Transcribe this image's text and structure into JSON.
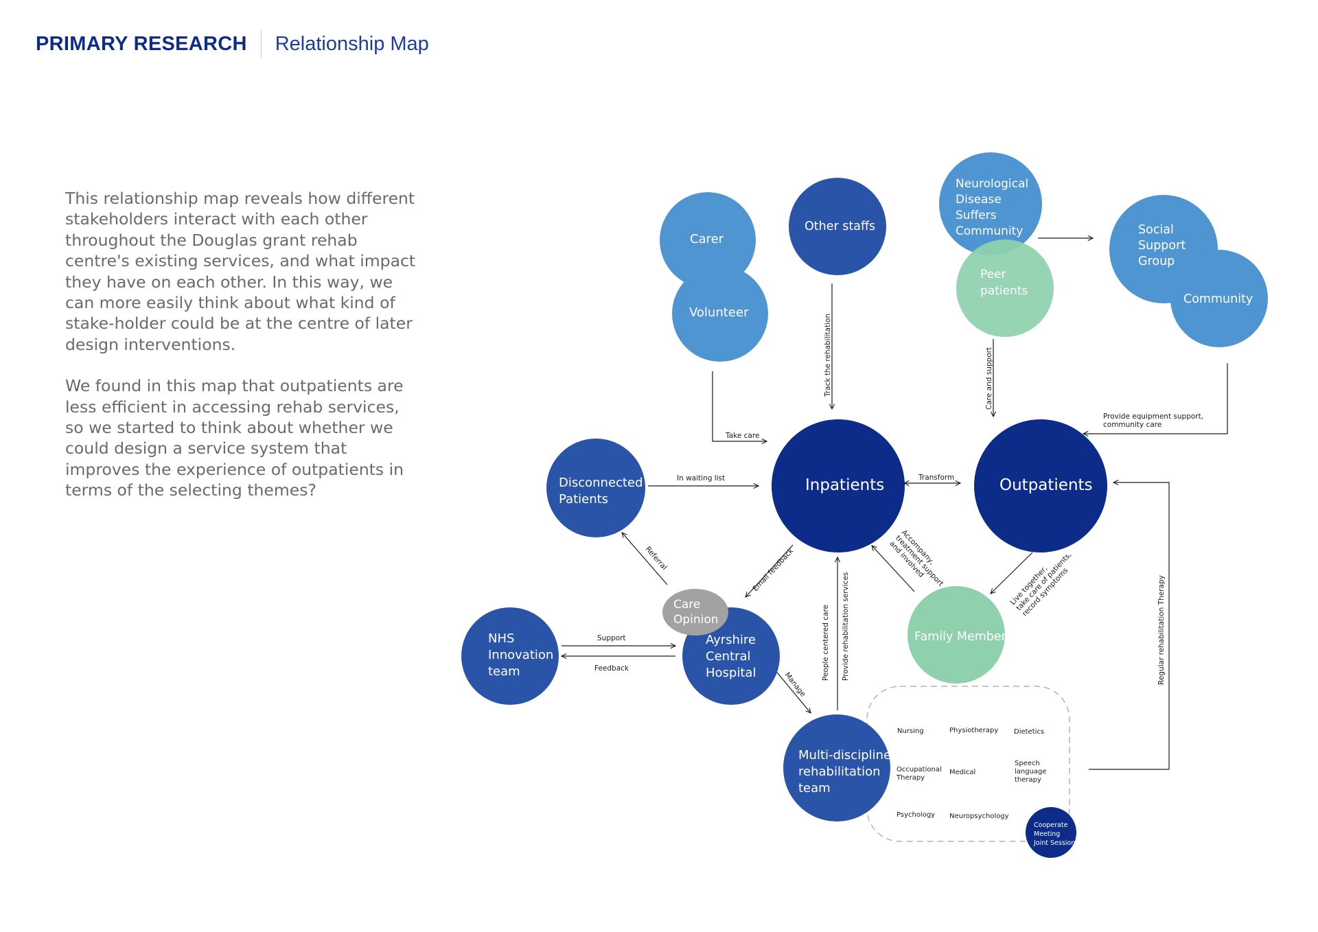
{
  "header": {
    "title": "PRIMARY RESEARCH",
    "subtitle": "Relationship Map"
  },
  "intro": {
    "p1": "This relationship map reveals how different stakeholders interact with each other throughout the Douglas grant rehab centre's existing services, and what impact they have on each other. In this way, we can more easily think about what kind of stake-holder could be at the centre of later design interventions.",
    "p2": "We found in this map that outpatients are less efficient in accessing rehab services, so we started to think about whether we could design a service system that improves the experience of outpatients in terms of the selecting themes?"
  },
  "colors": {
    "dark_navy": "#0d2c8a",
    "royal_blue": "#2a54a7",
    "light_blue": "#4f95d1",
    "mint": "#8fd1ad",
    "grey": "#a2a2a2"
  },
  "nodes": {
    "carer": [
      "Carer"
    ],
    "volunteer": [
      "Volunteer"
    ],
    "other_staffs": [
      "Other staffs"
    ],
    "neuro": [
      "Neurological",
      "Disease",
      "Suffers",
      "Community"
    ],
    "peer": [
      "Peer",
      "patients"
    ],
    "social": [
      "Social",
      "Support",
      "Group"
    ],
    "community": [
      "Community"
    ],
    "disconnected": [
      "Disconnected",
      "Patients"
    ],
    "inpatients": [
      "Inpatients"
    ],
    "outpatients": [
      "Outpatients"
    ],
    "care_opinion": [
      "Care",
      "Opinion"
    ],
    "nhs": [
      "NHS",
      "Innovation",
      "team"
    ],
    "ayrshire": [
      "Ayrshire",
      "Central",
      "Hospital"
    ],
    "family": [
      "Family Member"
    ],
    "mdt": [
      "Multi-discipline",
      "rehabilitation",
      "team"
    ],
    "coop": [
      "Cooperate",
      "Meeting",
      "Joint Session"
    ]
  },
  "edges": {
    "take_care": [
      "Take care"
    ],
    "track": [
      "Track the rehabilitation"
    ],
    "care_support": [
      "Care and support"
    ],
    "equipment": [
      "Provide equipment support,",
      "community care"
    ],
    "waiting": [
      "In waiting list"
    ],
    "transform": [
      "Transform"
    ],
    "referral": [
      "Referral"
    ],
    "email": [
      "Email feedback"
    ],
    "accompany": [
      "Accompany,",
      "treatment support",
      "and involved"
    ],
    "live": [
      "Live together,",
      "take care of patients,",
      "record symptoms"
    ],
    "support": [
      "Support"
    ],
    "feedback": [
      "Feedback"
    ],
    "manage": [
      "Manage"
    ],
    "people_centered": [
      "People centered care"
    ],
    "provide_rehab": [
      "Provide rehabilitation services"
    ],
    "regular": [
      "Regular rehabilitation Therapy"
    ]
  },
  "team_members": {
    "nursing": [
      "Nursing"
    ],
    "physio": [
      "Physiotherapy"
    ],
    "dietetics": [
      "Dietetics"
    ],
    "occupational": [
      "Occupational",
      "Therapy"
    ],
    "medical": [
      "Medical"
    ],
    "speech": [
      "Speech",
      "language",
      "therapy"
    ],
    "psychology": [
      "Psychology"
    ],
    "neuropsych": [
      "Neuropsychology"
    ]
  }
}
